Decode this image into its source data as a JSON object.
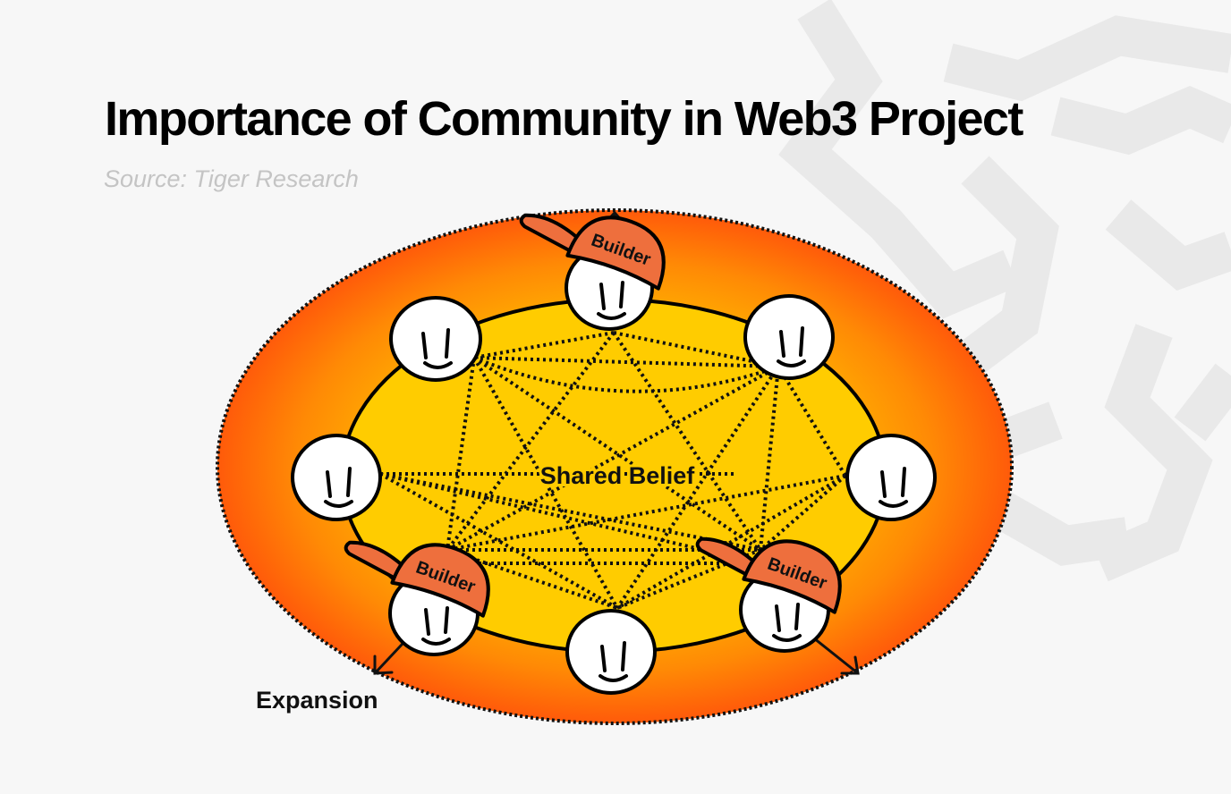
{
  "title": "Importance of Community in Web3 Project",
  "source": "Source: Tiger Research",
  "center_label": "Shared Belief",
  "expansion_label": "Expansion",
  "hat_label": "Builder",
  "colors": {
    "background": "#f7f7f7",
    "outer_gradient_center": "#ffcb05",
    "outer_gradient_edge": "#ff5a0a",
    "inner_fill": "#ffcc00",
    "hat": "#ee6f3d",
    "face": "#ffffff",
    "source_text": "#c4c4c4"
  }
}
